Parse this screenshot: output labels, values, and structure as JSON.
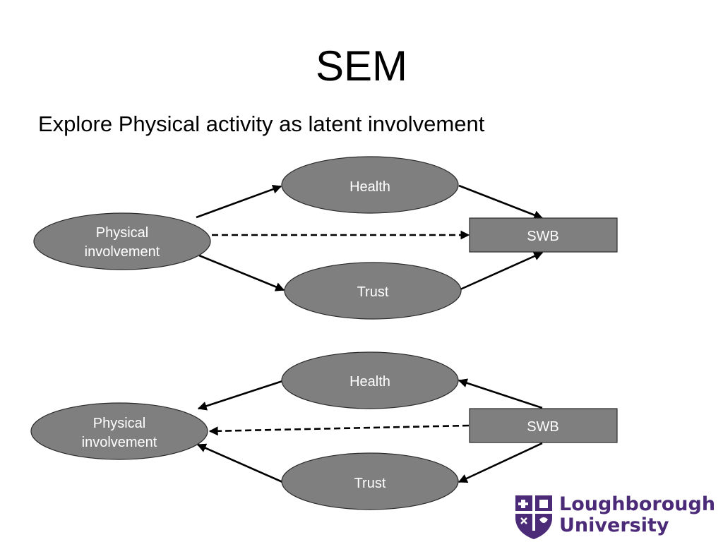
{
  "slide": {
    "title": "SEM",
    "subtitle": "Explore Physical activity as latent involvement"
  },
  "diagram_top": {
    "physical_line1": "Physical",
    "physical_line2": "involvement",
    "health": "Health",
    "trust": "Trust",
    "swb": "SWB"
  },
  "diagram_bottom": {
    "physical_line1": "Physical",
    "physical_line2": "involvement",
    "health": "Health",
    "trust": "Trust",
    "swb": "SWB"
  },
  "logo": {
    "line1": "Loughborough",
    "line2": "University",
    "brand_color": "#4b2a78"
  },
  "colors": {
    "node_fill": "#7f7f7f",
    "node_text": "#ffffff"
  }
}
